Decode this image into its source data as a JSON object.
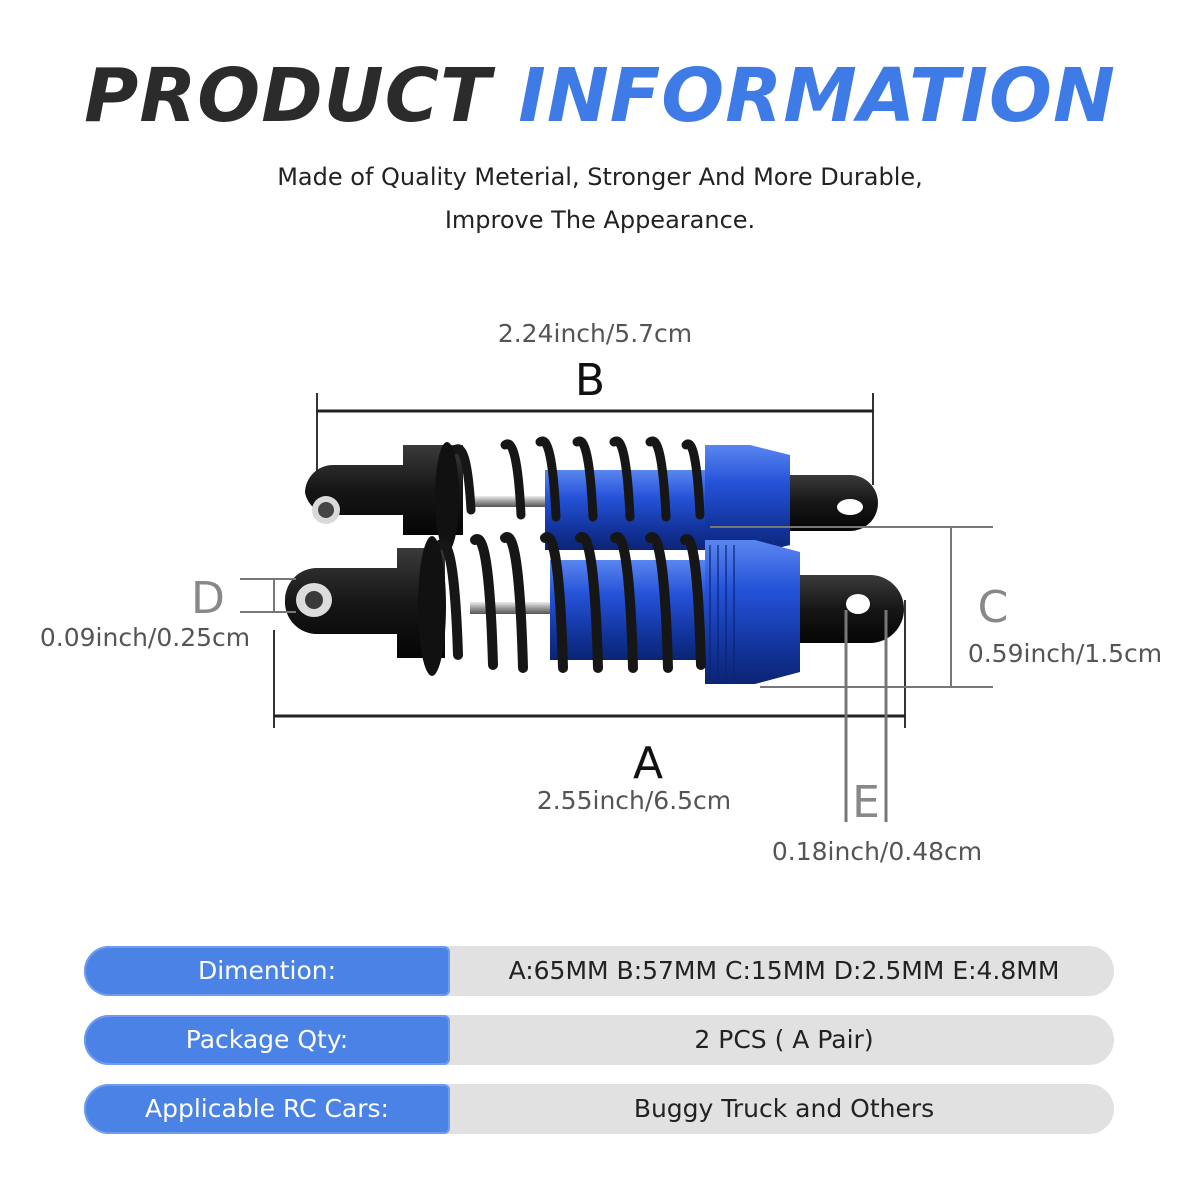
{
  "header": {
    "title_word1": "PRODUCT",
    "title_word2": "INFORMATION",
    "subtitle_line1": "Made of Quality Meterial, Stronger And More Durable,",
    "subtitle_line2": "Improve The Appearance."
  },
  "dimensions": {
    "B": {
      "letter": "B",
      "measure": "2.24inch/5.7cm"
    },
    "A": {
      "letter": "A",
      "measure": "2.55inch/6.5cm"
    },
    "C": {
      "letter": "C",
      "measure": "0.59inch/1.5cm"
    },
    "D": {
      "letter": "D",
      "measure": "0.09inch/0.25cm"
    },
    "E": {
      "letter": "E",
      "measure": "0.18inch/0.48cm"
    }
  },
  "specs": [
    {
      "label": "Dimention:",
      "value": "A:65MM B:57MM C:15MM D:2.5MM E:4.8MM"
    },
    {
      "label": "Package Qty:",
      "value": "2 PCS ( A Pair)"
    },
    {
      "label": "Applicable RC Cars:",
      "value": "Buggy Truck and Others"
    }
  ],
  "colors": {
    "accent": "#4a82e6",
    "title_accent": "#3f7be6",
    "shock_blue": "#1d47c8",
    "spring": "#1a1a1a"
  }
}
